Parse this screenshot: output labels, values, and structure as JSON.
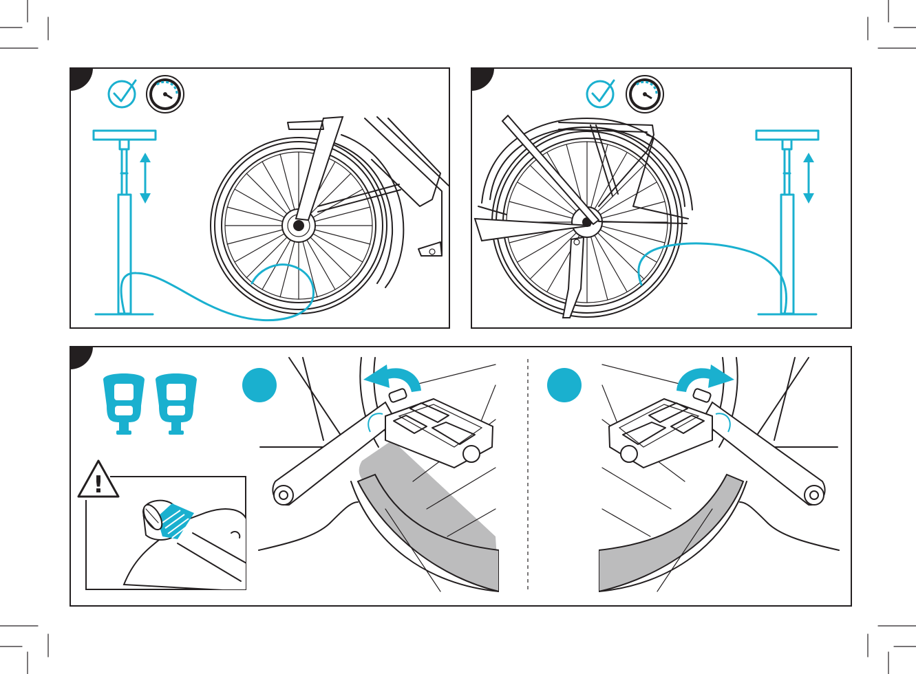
{
  "colors": {
    "accent": "#1ab0cf",
    "line": "#231f20",
    "tire": "#bcbcbd",
    "background": "#ffffff"
  },
  "panels": [
    {
      "id": "front-wheel",
      "icons": [
        "check-icon",
        "pressure-gauge-icon",
        "floor-pump-icon",
        "up-down-arrow-icon"
      ]
    },
    {
      "id": "rear-wheel",
      "icons": [
        "check-icon",
        "pressure-gauge-icon",
        "floor-pump-icon",
        "up-down-arrow-icon"
      ]
    },
    {
      "id": "pedals",
      "icons": [
        "pedal-icon",
        "pedal-icon",
        "warning-icon",
        "rotate-ccw-arrow-icon",
        "rotate-cw-arrow-icon"
      ]
    }
  ],
  "warning": {
    "symbol": "!"
  }
}
